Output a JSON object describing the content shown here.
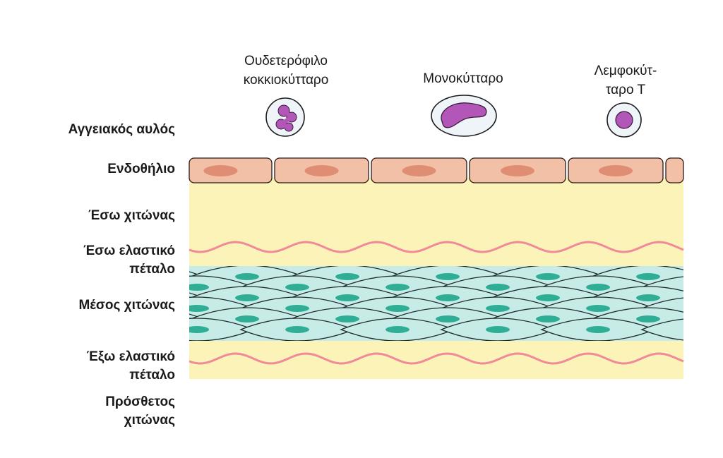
{
  "layers": {
    "lumen": "Αγγειακός αυλός",
    "endothelium": "Ενδοθήλιο",
    "intima": "Έσω χιτώνας",
    "internal_elastic": [
      "Έσω ελαστικό",
      "πέταλο"
    ],
    "media": "Μέσος χιτώνας",
    "external_elastic": [
      "Έξω ελαστικό",
      "πέταλο"
    ],
    "adventitia": [
      "Πρόσθετος",
      "χιτώνας"
    ]
  },
  "cells": {
    "neutrophil": [
      "Ουδετερόφιλο",
      "κοκκιοκύτταρο"
    ],
    "monocyte": "Μονοκύτταρο",
    "t_lymphocyte": [
      "Λεμφοκύτ-",
      "ταρο Τ"
    ]
  },
  "colors": {
    "endothelial_cell": "#f2bfa7",
    "endothelial_nucleus": "#e08e73",
    "intima_fill": "#fcf3b8",
    "elastic_lamina": "#f08a9a",
    "smooth_muscle": "#c7ece8",
    "smooth_muscle_nucleus": "#2fae95",
    "leukocyte_fill": "#eef4f8",
    "leukocyte_nucleus": "#b256b8"
  }
}
